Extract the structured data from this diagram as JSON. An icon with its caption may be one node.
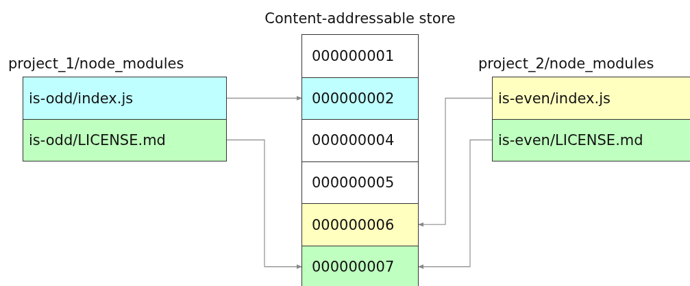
{
  "diagram": {
    "nodes": [
      {
        "text": [
          "project_1/node_modules"
        ]
      },
      {
        "text": [
          "is-odd/index.js"
        ],
        "in": 0
      },
      {
        "text": [
          "is-odd/LICENSE.md"
        ],
        "in": 0
      },
      {
        "text": [
          "Content-addressable store"
        ]
      },
      {
        "text": [
          "000000001"
        ],
        "in": 3
      },
      {
        "text": [
          "000000002"
        ],
        "in": 3
      },
      {
        "text": [
          "000000004"
        ],
        "in": 3
      },
      {
        "text": [
          "000000005"
        ],
        "in": 3
      },
      {
        "text": [
          "000000006"
        ],
        "in": 3
      },
      {
        "text": [
          "000000007"
        ],
        "in": 3
      },
      {
        "text": [
          "project_2/node_modules"
        ]
      },
      {
        "text": [
          "is-even/index.js"
        ],
        "in": 10
      },
      {
        "text": [
          "is-even/LICENSE.md"
        ],
        "in": 10
      }
    ],
    "edges": [
      {
        "from": 1,
        "to": 5,
        "arrow": "to"
      },
      {
        "from": 2,
        "to": 9,
        "arrow": "to"
      },
      {
        "from": 11,
        "to": 8,
        "arrow": "to"
      },
      {
        "from": 12,
        "to": 9,
        "arrow": "to"
      }
    ]
  }
}
